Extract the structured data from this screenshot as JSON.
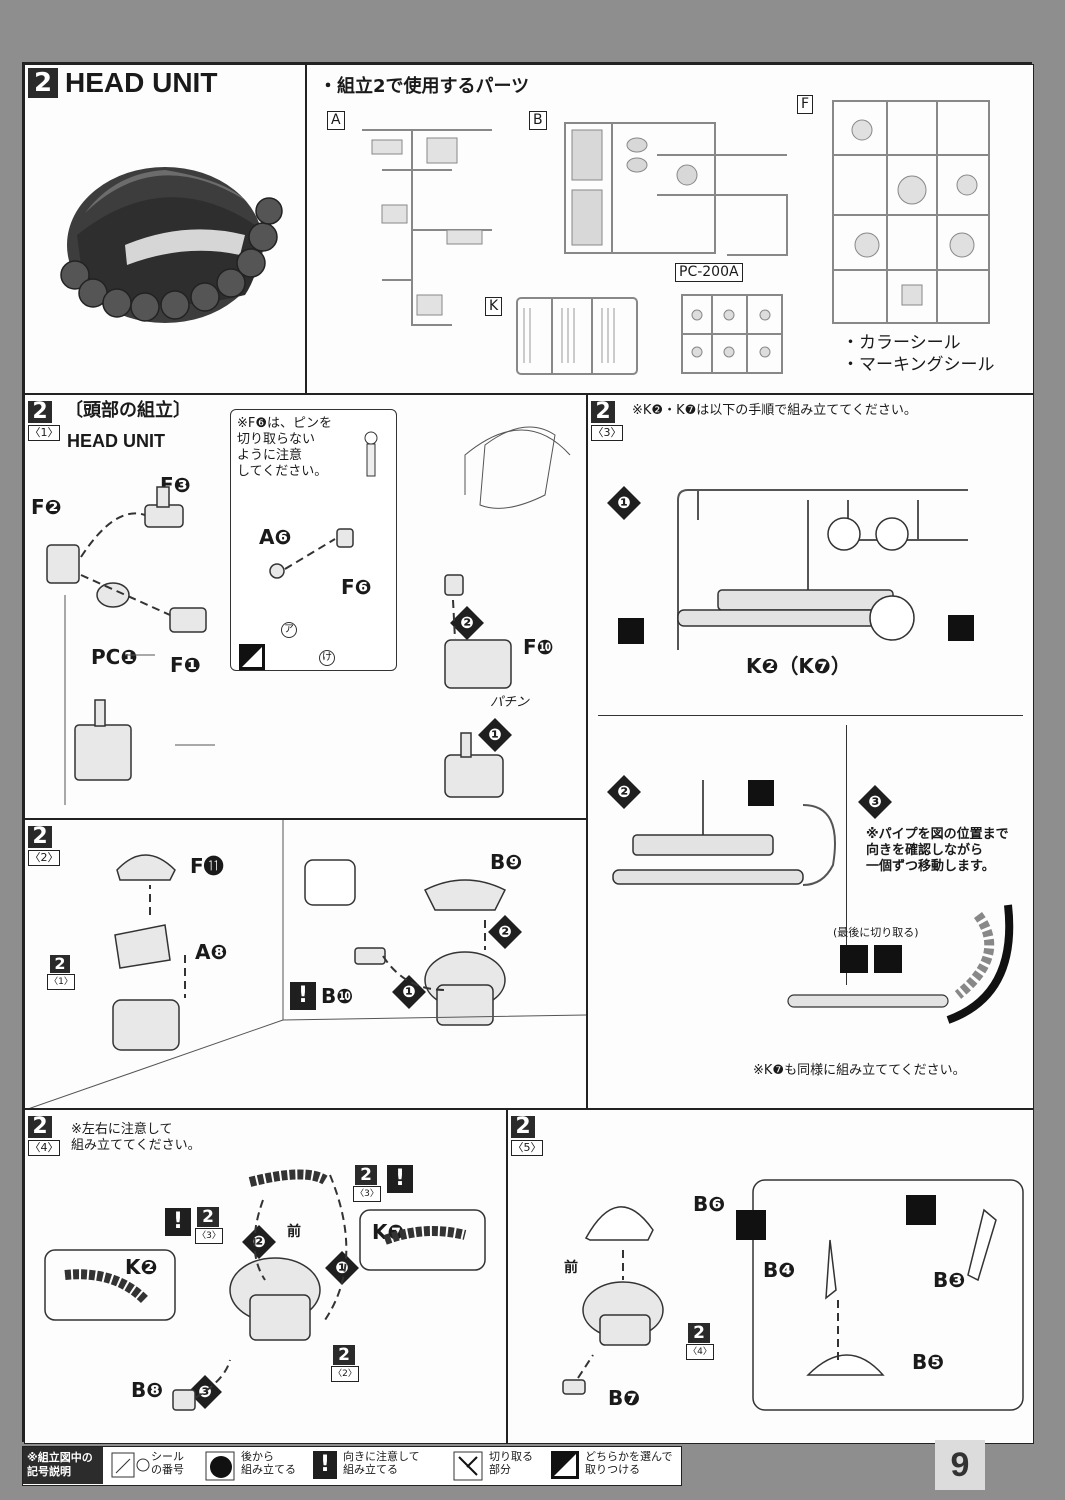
{
  "page": {
    "number": "9"
  },
  "step2": {
    "step_number": "2",
    "title": "HEAD UNIT",
    "parts_heading": "・組立2で使用するパーツ",
    "runners": {
      "a": "A",
      "b": "B",
      "f": "F",
      "k": "K",
      "pc": "PC-200A"
    },
    "stickers": [
      "・カラーシール",
      "・マーキングシール"
    ]
  },
  "sub1": {
    "step": "2",
    "sub": "〈1〉",
    "title_jp": "〔頭部の組立〕",
    "title_en": "HEAD UNIT",
    "note": "※F❻は、ピンを\n切り取らない\nように注意\nしてください。",
    "labels": [
      "F❷",
      "F❸",
      "PC❶",
      "F❶",
      "A❻",
      "F❻",
      "F❿",
      "パチン"
    ],
    "sticker_a": "ア",
    "sticker_b": "け",
    "arrows": [
      "❷",
      "❶"
    ]
  },
  "sub2": {
    "step": "2",
    "sub": "〈2〉",
    "labels": [
      "F⓫",
      "A❽",
      "B❾",
      "B❿"
    ],
    "ref_step": "2",
    "ref_sub": "〈1〉",
    "arrows": [
      "❷",
      "❶"
    ]
  },
  "sub3": {
    "step": "2",
    "sub": "〈3〉",
    "note": "※K❷・K❼は以下の手順で組み立ててください。",
    "label_k": "K❷（K❼）",
    "steps": [
      "❶",
      "❷",
      "❸"
    ],
    "pipe_note": "※パイプを図の位置まで\n向きを確認しながら\n一個ずつ移動します。",
    "cut_last": "(最後に切り取る)",
    "k7_note": "※K❼も同様に組み立ててください。"
  },
  "sub4": {
    "step": "2",
    "sub": "〈4〉",
    "note": "※左右に注意して\n組み立ててください。",
    "labels": [
      "K❷",
      "K❼",
      "B❽"
    ],
    "front": "前",
    "ref3": "〈3〉",
    "ref2": "〈2〉",
    "arrows": [
      "❷",
      "❶",
      "❸"
    ]
  },
  "sub5": {
    "step": "2",
    "sub": "〈5〉",
    "labels": [
      "B❻",
      "B❹",
      "B❸",
      "B❺",
      "B❼"
    ],
    "front": "前",
    "ref4": "〈4〉"
  },
  "legend": {
    "heading": "※組立図中の\n記号説明",
    "items": [
      {
        "icon": "sticker-icon",
        "text": "シール\nの番号"
      },
      {
        "icon": "rear-glue-icon",
        "text": "後から\n組み立てる"
      },
      {
        "icon": "warning-icon",
        "text": "向きに注意して\n組み立てる"
      },
      {
        "icon": "cut-icon",
        "text": "切り取る\n部分"
      },
      {
        "icon": "choose-icon",
        "text": "どちらかを選んで\n取りつける"
      }
    ]
  }
}
